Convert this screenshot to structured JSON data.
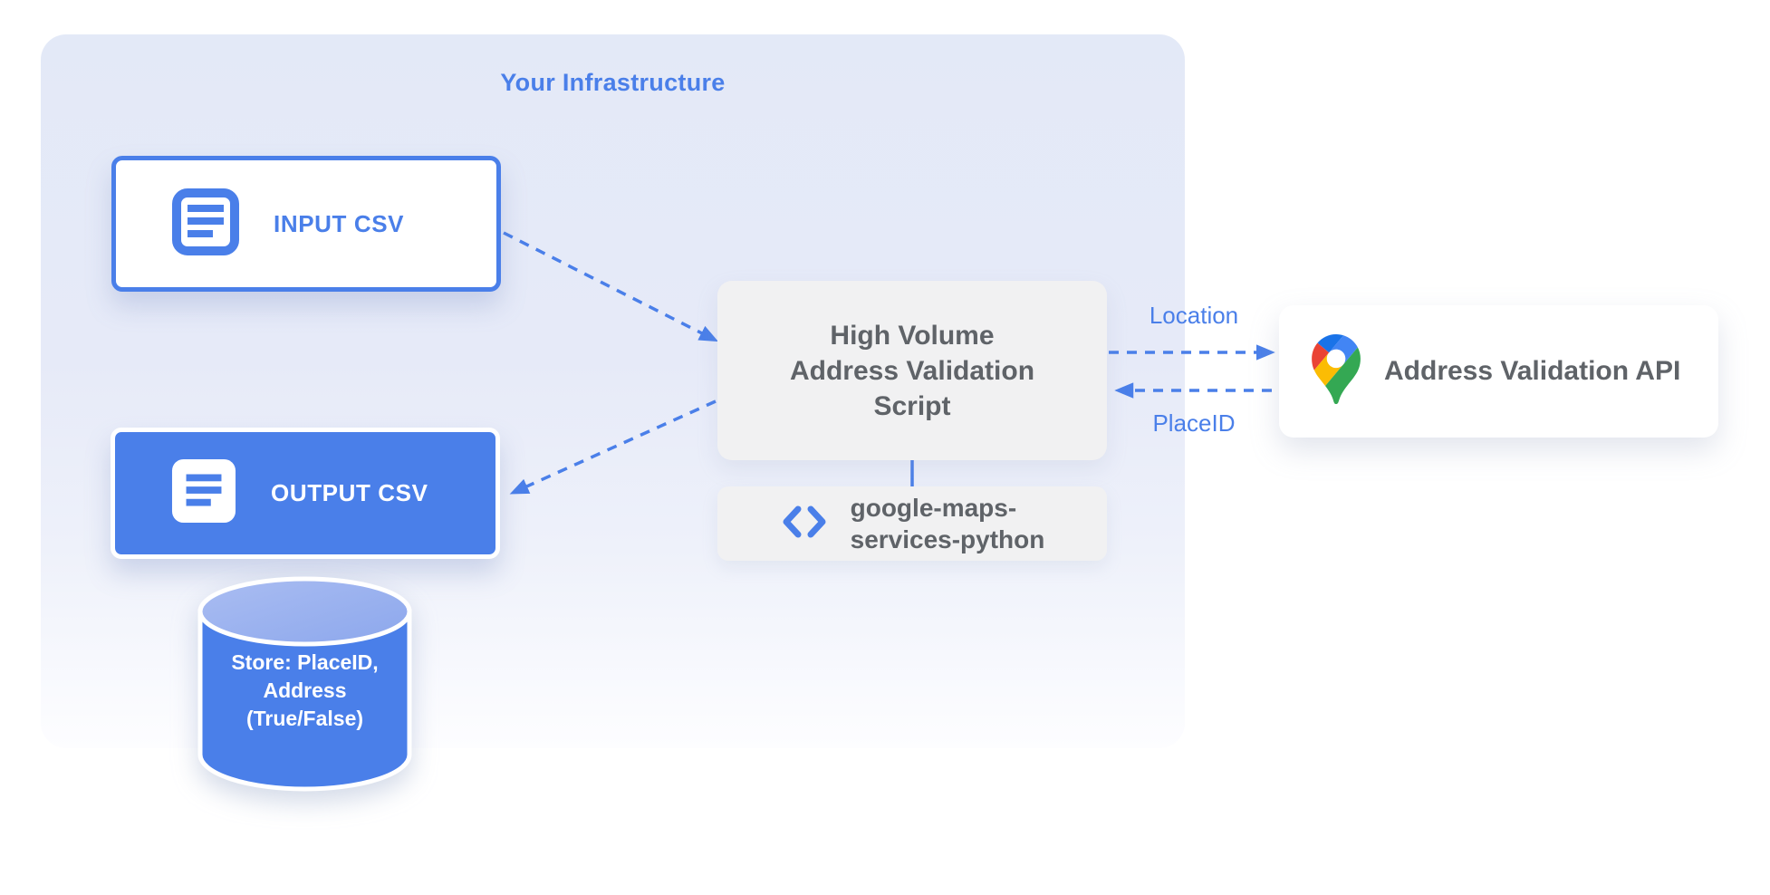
{
  "title": "Your Infrastructure",
  "nodes": {
    "input_csv": {
      "label": "INPUT CSV",
      "icon": "document-icon"
    },
    "output_csv": {
      "label": "OUTPUT CSV",
      "icon": "document-icon"
    },
    "datastore": {
      "label": "Store: PlaceID,\nAddress\n(True/False)"
    },
    "script": {
      "label": "High Volume\nAddress Validation\nScript"
    },
    "library": {
      "label": "google-maps-\nservices-python",
      "icon": "code-icon"
    },
    "api": {
      "label": "Address Validation API",
      "icon": "google-maps-pin-icon"
    }
  },
  "edges": {
    "input_to_script": {
      "style": "dashed"
    },
    "script_to_output": {
      "style": "dashed"
    },
    "script_to_api": {
      "label": "Location",
      "style": "dashed"
    },
    "api_to_script": {
      "label": "PlaceID",
      "style": "dashed"
    },
    "script_to_library": {
      "style": "solid"
    }
  },
  "colors": {
    "accent_blue": "#4a7fe9",
    "container_lavender": "#e3e9f7",
    "box_gray": "#f1f1f2",
    "text_gray": "#5f6368",
    "cylinder_top_blue": "#9bb1ee",
    "google_red": "#ea4335",
    "google_blue": "#4285f4",
    "google_dark_blue": "#1a73e8",
    "google_yellow": "#fbbc04",
    "google_green": "#34a853"
  }
}
